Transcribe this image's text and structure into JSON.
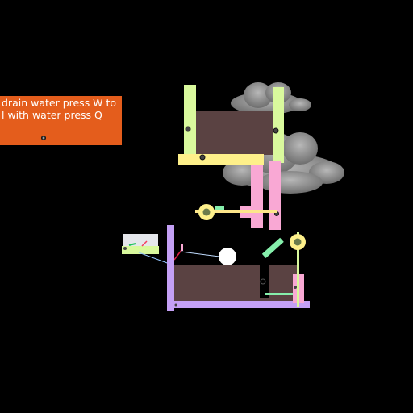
{
  "instructions": {
    "line1": "drain water press W to",
    "line2": "l with water press Q"
  },
  "controls": {
    "drain_key": "W",
    "fill_key": "Q"
  },
  "colors": {
    "background": "#000000",
    "banner": "#e45d1c",
    "lime_wall": "#d9f99d",
    "cream_platform": "#fef08a",
    "pink_pillar": "#f9a8d4",
    "lavender_wall": "#c4a0f5",
    "soil": "#5a4242",
    "cloud": "#8a8a8a",
    "white_ball": "#ffffff",
    "mint_plank": "#86efac"
  },
  "icons": {
    "cloud": "cloud-icon",
    "ball": "ball-icon",
    "pivot": "pivot-icon",
    "bolt": "bolt-icon"
  }
}
